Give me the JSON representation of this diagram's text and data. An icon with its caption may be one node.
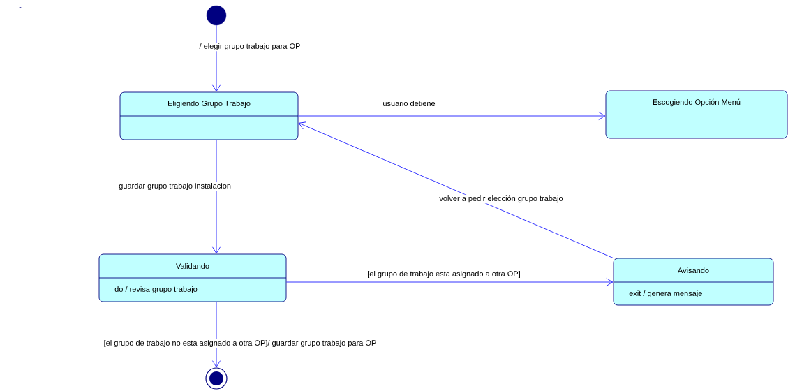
{
  "diagram": {
    "nodes": [
      {
        "text": [],
        "shape": "circle"
      },
      {
        "text": [
          "Eligiendo Grupo Trabajo"
        ]
      },
      {
        "text": [
          "Escogiendo Opción Menú"
        ]
      },
      {
        "text": [
          "Validando",
          "do / revisa grupo trabajo"
        ]
      },
      {
        "text": [
          "Avisando",
          "exit / genera mensaje"
        ]
      },
      {
        "text": [],
        "shape": "circle"
      }
    ],
    "edges": [
      {
        "from": 0,
        "to": 1,
        "arrow": "to",
        "label": "/ elegir grupo trabajo para OP"
      },
      {
        "from": 1,
        "to": 2,
        "arrow": "to",
        "label": "usuario detiene"
      },
      {
        "from": 1,
        "to": 3,
        "arrow": "to",
        "label": "guardar grupo trabajo instalacion"
      },
      {
        "from": 3,
        "to": 4,
        "arrow": "to",
        "label": "[el grupo de trabajo esta asignado a otra OP]"
      },
      {
        "from": 4,
        "to": 1,
        "arrow": "to",
        "label": "volver a pedir elección grupo trabajo"
      },
      {
        "from": 3,
        "to": 5,
        "arrow": "to",
        "label": "[el grupo de trabajo no esta asignado a otra OP]/ guardar grupo trabajo para OP"
      }
    ],
    "labels": [
      "-"
    ]
  }
}
